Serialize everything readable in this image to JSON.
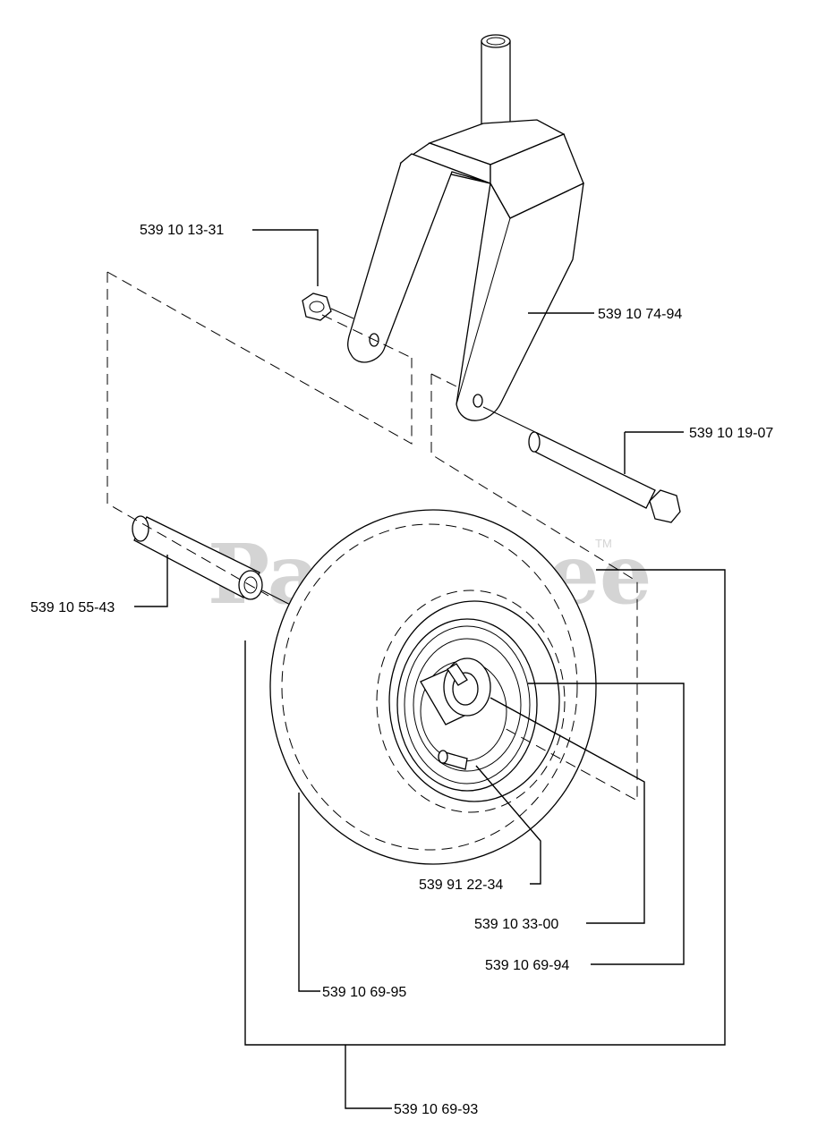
{
  "watermark": {
    "text": "PartsTree",
    "trademark": "TM"
  },
  "parts": [
    {
      "id": "nut",
      "number": "539 10 13-31",
      "icon": "nut-icon"
    },
    {
      "id": "fork",
      "number": "539 10 74-94",
      "icon": "caster-fork-icon"
    },
    {
      "id": "bolt",
      "number": "539 10 19-07",
      "icon": "bolt-icon"
    },
    {
      "id": "spacer",
      "number": "539 10 55-43",
      "icon": "spacer-tube-icon"
    },
    {
      "id": "valve",
      "number": "539 91 22-34",
      "icon": "valve-stem-icon"
    },
    {
      "id": "bearing",
      "number": "539 10 33-00",
      "icon": "bearing-icon"
    },
    {
      "id": "rim",
      "number": "539 10 69-94",
      "icon": "rim-icon"
    },
    {
      "id": "tire",
      "number": "539 10 69-95",
      "icon": "tire-icon"
    },
    {
      "id": "wheel_assembly",
      "number": "539 10 69-93",
      "icon": "wheel-assembly-icon"
    }
  ]
}
